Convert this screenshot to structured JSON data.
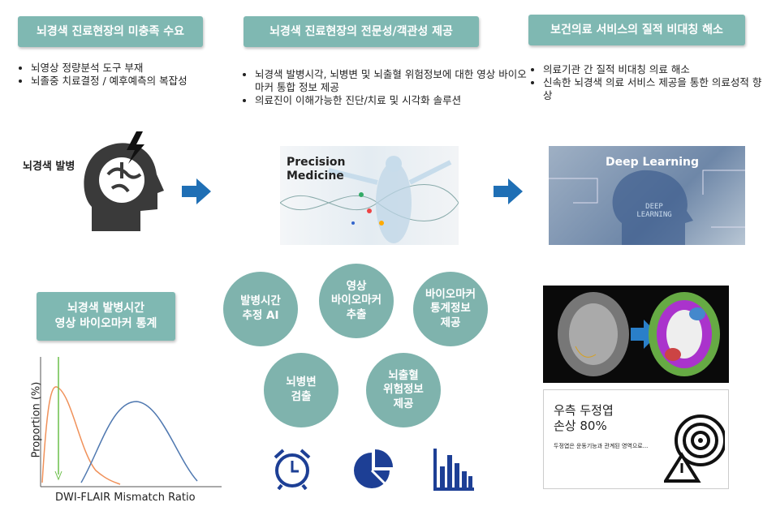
{
  "sections": [
    {
      "title": "뇌경색 진료현장의 미충족 수요",
      "bullets": [
        "뇌영상 정량분석 도구 부재",
        "뇌졸중 치료결정 / 예후예측의 복잡성"
      ]
    },
    {
      "title": "뇌경색 진료현장의 전문성/객관성 제공",
      "bullets": [
        "뇌경색 발병시각, 뇌병변 및 뇌출혈 위험정보에 대한 영상 바이오마커 통합 정보 제공",
        "의료진이 이해가능한 진단/치료 및 시각화 솔루션"
      ]
    },
    {
      "title": "보건의료 서비스의 질적 비대칭 해소",
      "bullets": [
        "의료기관 간 질적 비대칭 의료 해소",
        "신속한 뇌경색 의료 서비스 제공을 통한 의료성적 향상"
      ]
    }
  ],
  "stroke_label": "뇌경색 발병",
  "precision_medicine": "Precision\nMedicine",
  "precision_line1": "Precision",
  "precision_line2": "Medicine",
  "deep_learning": "Deep Learning",
  "deep_learning_inner": "DEEP LEARNING",
  "stats_box": {
    "line1": "뇌경색 발병시간",
    "line2": "영상 바이오마커 통계"
  },
  "chart_data": {
    "type": "line",
    "xlabel": "DWI-FLAIR Mismatch Ratio",
    "ylabel": "Proportion (%)",
    "series": [
      {
        "name": "orange",
        "color": "#f0915a"
      },
      {
        "name": "blue",
        "color": "#4f78b0"
      }
    ],
    "marker_color": "#6cbf4a"
  },
  "circles": [
    [
      "발병시간",
      "추정 AI"
    ],
    [
      "영상",
      "바이오마커",
      "추출"
    ],
    [
      "바이오마커",
      "통계정보",
      "제공"
    ],
    [
      "뇌병변",
      "검출"
    ],
    [
      "뇌출혈",
      "위험정보",
      "제공"
    ]
  ],
  "card": {
    "title1": "우측 두정엽",
    "title2": "손상 80%",
    "desc": "두정엽은 운동기능과 관계된 영역으로..."
  },
  "colors": {
    "teal": "#7fb8b2",
    "arrow": "#1f6fb5",
    "icon": "#1d3f95"
  }
}
